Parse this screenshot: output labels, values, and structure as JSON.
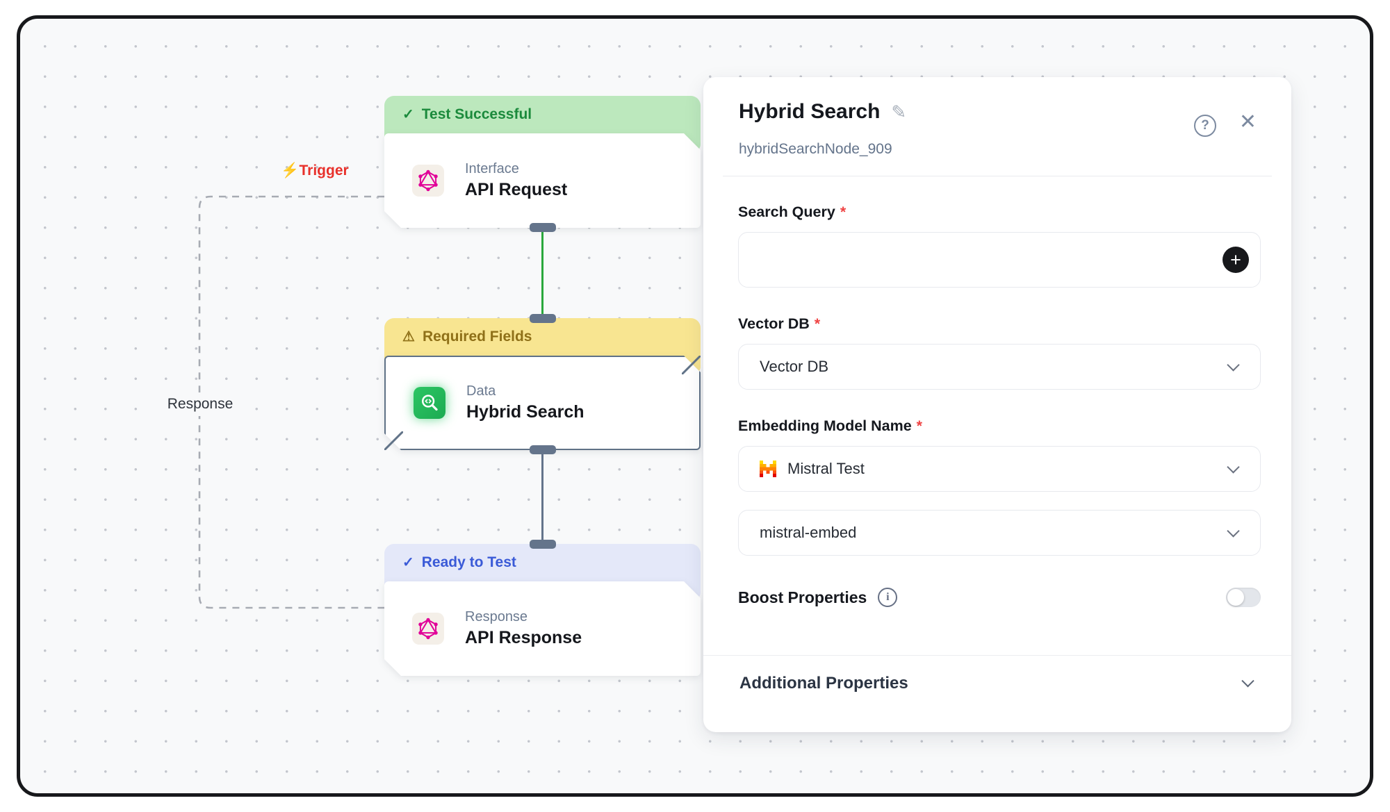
{
  "flow": {
    "trigger_label": "Trigger",
    "response_edge_label": "Response",
    "nodes": [
      {
        "status": "Test Successful",
        "category": "Interface",
        "title": "API Request"
      },
      {
        "status": "Required Fields",
        "category": "Data",
        "title": "Hybrid Search"
      },
      {
        "status": "Ready to Test",
        "category": "Response",
        "title": "API Response"
      }
    ]
  },
  "panel": {
    "title": "Hybrid Search",
    "node_id": "hybridSearchNode_909",
    "required_mark": "*",
    "fields": {
      "search_query": {
        "label": "Search Query",
        "value": ""
      },
      "vector_db": {
        "label": "Vector DB",
        "value": "Vector DB"
      },
      "embedding_model": {
        "label": "Embedding Model Name",
        "value": "Mistral Test"
      },
      "embedding_model_variant": {
        "value": "mistral-embed"
      },
      "boost": {
        "label": "Boost Properties",
        "enabled": false
      }
    },
    "additional_properties_label": "Additional Properties"
  },
  "icons": {
    "check": "✓",
    "warning": "⚠",
    "lightning": "⚡",
    "pencil": "✎",
    "question": "?",
    "close": "✕",
    "plus": "+",
    "info": "i"
  },
  "colors": {
    "status_success_bg": "#bce8bd",
    "status_success_text": "#1b8a3c",
    "status_warning_bg": "#f8e591",
    "status_warning_text": "#8f7018",
    "status_ready_bg": "#e4e8f9",
    "status_ready_text": "#3a5ad7",
    "edge_success": "#2aa83c",
    "edge_default": "#64748b",
    "trigger_text": "#e8312b",
    "accent_icon_green": "#22c55e",
    "graphql_pink": "#e10098",
    "required_red": "#ef4444"
  }
}
